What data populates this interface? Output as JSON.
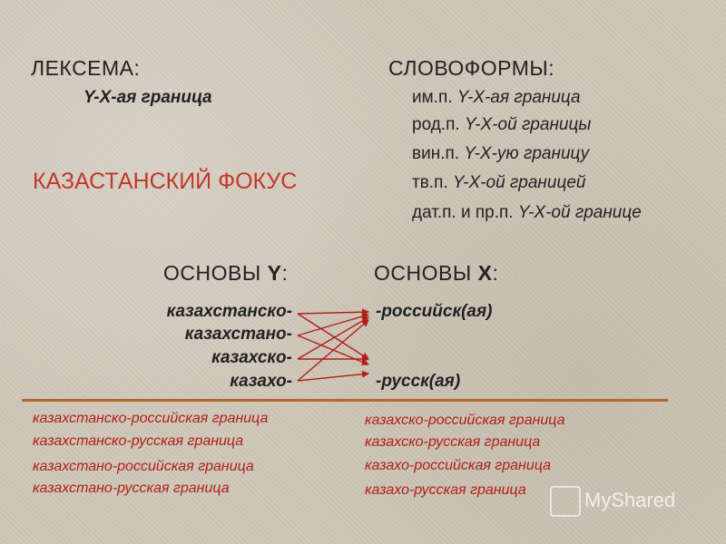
{
  "left": {
    "lexeme_heading": "ЛЕКСЕМА:",
    "lexeme_value": "Y-X-ая граница",
    "focus_title": "КАЗАСТАНСКИЙ ФОКУС",
    "stems_y_prefix": "ОСНОВЫ ",
    "stems_y_letter": "Y",
    "stems_y_colon": ":",
    "stems_y": [
      "казахстанско-",
      "казахстано-",
      "казахско-",
      "казахо-"
    ]
  },
  "right": {
    "wordforms_heading": "СЛОВОФОРМЫ:",
    "wordforms": [
      {
        "case": "им.п. ",
        "form": "Y-X-ая граница"
      },
      {
        "case": "род.п. ",
        "form": "Y-X-ой границы"
      },
      {
        "case": "вин.п. ",
        "form": "Y-X-ую границу"
      },
      {
        "case": "тв.п. ",
        "form": "Y-X-ой границей"
      },
      {
        "case": "дат.п. и пр.п. ",
        "form": "Y-X-ой границе"
      }
    ],
    "stems_x_prefix": "ОСНОВЫ ",
    "stems_x_letter": "X",
    "stems_x_colon": ":",
    "stems_x": [
      "-российск(ая)",
      "-русск(ая)"
    ]
  },
  "combinations_left": [
    "казахстанско-российская граница",
    "казахстанско-русская граница",
    "казахстано-российская граница",
    "казахстано-русская граница"
  ],
  "combinations_right": [
    "казахско-российская граница",
    "казахско-русская граница",
    "казахо-российская граница",
    "казахо-русская граница"
  ],
  "watermark": "MyShared",
  "colors": {
    "accent_red": "#c0392b",
    "combo_red": "#b0201a",
    "divider": "#b5672e",
    "background": "#cfc7b9"
  }
}
